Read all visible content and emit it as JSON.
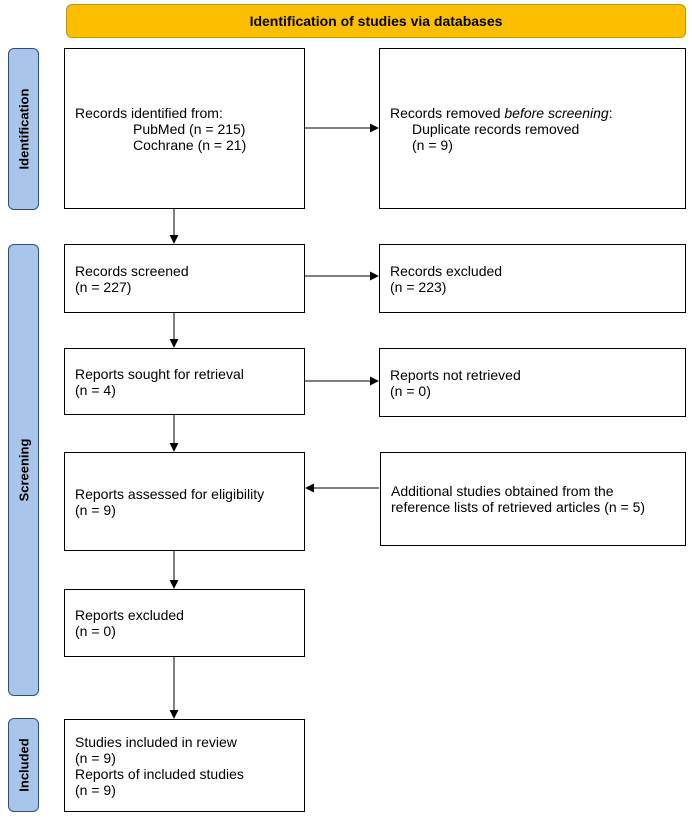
{
  "banner": {
    "title": "Identification of studies via databases"
  },
  "phases": {
    "identification": "Identification",
    "screening": "Screening",
    "included": "Included"
  },
  "boxes": {
    "records_identified": {
      "heading": "Records identified from:",
      "line1": "PubMed (n = 215)",
      "line2": "Cochrane (n = 21)"
    },
    "records_removed": {
      "heading_pre": "Records removed ",
      "heading_em": "before screening",
      "heading_post": ":",
      "line1": "Duplicate records removed",
      "line2": "(n = 9)"
    },
    "records_screened": {
      "line1": "Records screened",
      "line2": "(n = 227)"
    },
    "records_excluded": {
      "line1": "Records excluded",
      "line2": "(n = 223)"
    },
    "reports_sought": {
      "line1": "Reports sought for retrieval",
      "line2": "(n = 4)"
    },
    "reports_not_retrieved": {
      "line1": "Reports not retrieved",
      "line2": "(n = 0)"
    },
    "reports_assessed": {
      "line1": "Reports assessed for eligibility",
      "line2": "(n = 9)"
    },
    "additional_studies": {
      "line1": "Additional studies obtained from the",
      "line2": "reference lists of retrieved articles (n = 5)"
    },
    "reports_excluded": {
      "line1": "Reports excluded",
      "line2": "(n = 0)"
    },
    "studies_included": {
      "line1": "Studies included in review",
      "line2": "(n = 9)",
      "line3": "Reports of included studies",
      "line4": "(n = 9)"
    }
  }
}
